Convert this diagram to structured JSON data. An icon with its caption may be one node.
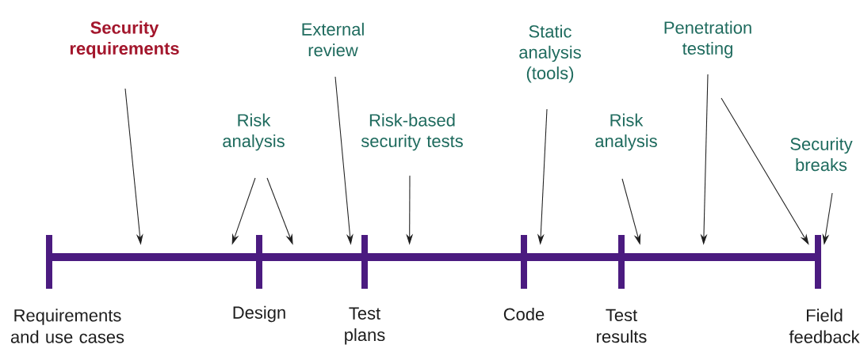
{
  "diagram": {
    "nodes": [
      {
        "text": [
          "Security requirements"
        ]
      },
      {
        "text": [
          "Risk analysis"
        ]
      },
      {
        "text": [
          "External review"
        ]
      },
      {
        "text": [
          "Risk-based security tests"
        ]
      },
      {
        "text": [
          "Static analysis (tools)"
        ]
      },
      {
        "text": [
          "Risk analysis"
        ]
      },
      {
        "text": [
          "Penetration testing"
        ]
      },
      {
        "text": [
          "Security breaks"
        ]
      },
      {
        "text": [],
        "shape": "bar"
      }
    ],
    "edges": [
      {
        "from": 0,
        "to": 8,
        "arrow": "to"
      },
      {
        "from": 1,
        "to": 8,
        "arrow": "to"
      },
      {
        "from": 1,
        "to": 8,
        "arrow": "to"
      },
      {
        "from": 2,
        "to": 8,
        "arrow": "to"
      },
      {
        "from": 3,
        "to": 8,
        "arrow": "to"
      },
      {
        "from": 4,
        "to": 8,
        "arrow": "to"
      },
      {
        "from": 5,
        "to": 8,
        "arrow": "to"
      },
      {
        "from": 6,
        "to": 8,
        "arrow": "to"
      },
      {
        "from": 6,
        "to": 8,
        "arrow": "to"
      },
      {
        "from": 7,
        "to": 8,
        "arrow": "to"
      }
    ],
    "labels": [
      "Requirements and use cases",
      "Design",
      "Test plans",
      "Code",
      "Test results",
      "Field feedback"
    ]
  }
}
